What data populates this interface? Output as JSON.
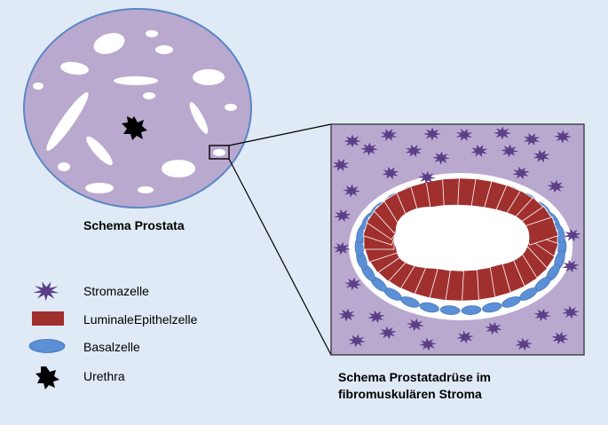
{
  "captions": {
    "prostate": "Schema Prostata",
    "gland_line1": "Schema Prostatadrüse im",
    "gland_line2": "fibromuskulären Stroma"
  },
  "legend": [
    {
      "key": "stromazelle",
      "label": "Stromazelle",
      "icon": "stromal-cell-icon"
    },
    {
      "key": "luminal",
      "label": "LuminaleEpithelzelle",
      "icon": "luminal-cell-icon"
    },
    {
      "key": "basal",
      "label": "Basalzelle",
      "icon": "basal-cell-icon"
    },
    {
      "key": "urethra",
      "label": "Urethra",
      "icon": "urethra-icon"
    }
  ],
  "colors": {
    "background": "#dfeaf6",
    "stroma": "#b9a9cf",
    "prostate_outline": "#5b86c4",
    "stromal_cell": "#5c3f88",
    "luminal_cell": "#a0302e",
    "basal_cell": "#5b8fd6",
    "urethra": "#000000"
  }
}
